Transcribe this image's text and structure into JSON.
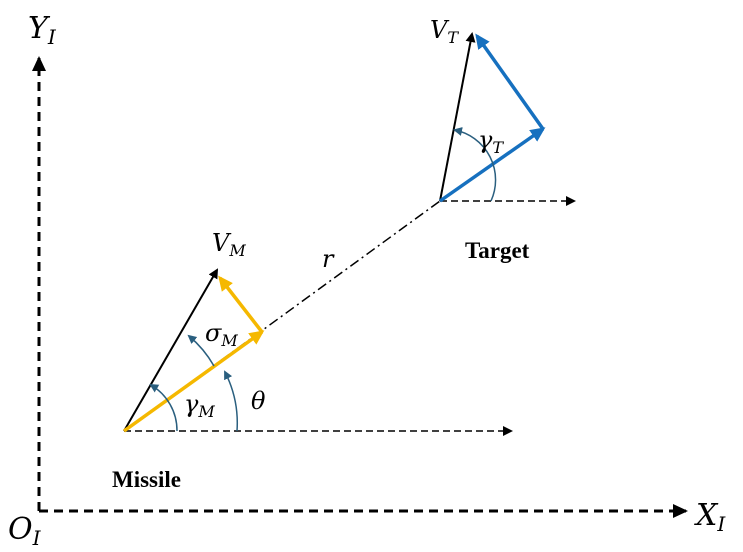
{
  "colors": {
    "black": "#000000",
    "missile_vector": "#F5B800",
    "target_vector": "#1670BF",
    "angle_arc": "#2A5F7F"
  },
  "axes": {
    "y_symbol": "Y",
    "y_subscript": "I",
    "x_symbol": "X",
    "x_subscript": "I",
    "origin_symbol": "O",
    "origin_subscript": "I"
  },
  "missile": {
    "label": "Missile",
    "velocity_symbol": "V",
    "velocity_subscript": "M",
    "sigma_symbol": "σ",
    "sigma_subscript": "M",
    "gamma_symbol": "γ",
    "gamma_subscript": "M"
  },
  "target": {
    "label": "Target",
    "velocity_symbol": "V",
    "velocity_subscript": "T",
    "gamma_symbol": "γ",
    "gamma_subscript": "T"
  },
  "los": {
    "range_symbol": "r",
    "angle_symbol": "θ"
  }
}
